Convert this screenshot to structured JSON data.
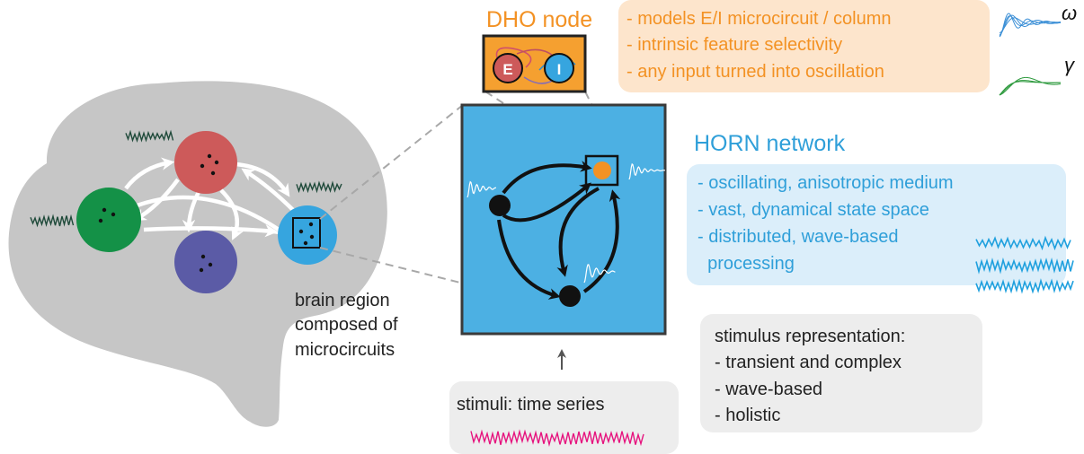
{
  "brain": {
    "label_lines": [
      "brain region",
      "composed of",
      "microcircuits"
    ]
  },
  "dho": {
    "title": "DHO node",
    "node_e": "E",
    "node_i": "I",
    "features": [
      "- models E/I microcircuit / column",
      "- intrinsic feature selectivity",
      "- any input turned into oscillation"
    ],
    "param_omega": "ω",
    "param_gamma": "γ"
  },
  "horn": {
    "title": "HORN network",
    "features": [
      "- oscillating, anisotropic medium",
      "- vast, dynamical state space",
      "- distributed, wave-based",
      "  processing"
    ]
  },
  "stimuli": {
    "label": "stimuli: time series"
  },
  "representation": {
    "lines": [
      "stimulus representation:",
      "- transient and complex",
      "- wave-based",
      "- holistic"
    ]
  },
  "colors": {
    "brain_fill": "#c6c6c6",
    "region_red": "#cd5a5a",
    "region_green": "#149147",
    "region_purple": "#5b5ba6",
    "region_blue": "#36a5df",
    "network_fill": "#4cb0e3",
    "dho_orange": "#f5a030",
    "orange_text": "#f39224",
    "blue_text": "#2f9fd9",
    "stimulus_magenta": "#e6137e",
    "omega_wave": "#3b8fd6",
    "gamma_wave": "#2e9a3e",
    "peach_box": "#fde5cc",
    "lightblue_box": "#dbeefa",
    "gray_box": "#ededed"
  }
}
